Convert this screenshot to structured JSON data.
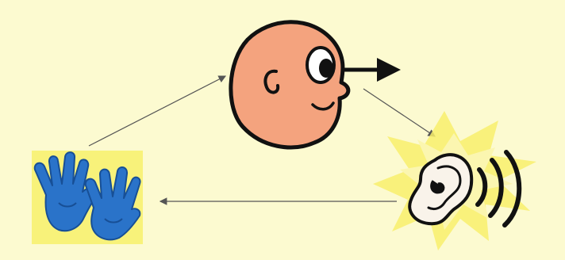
{
  "diagram": {
    "type": "sensory-cycle",
    "nodes": [
      {
        "id": "head",
        "icon": "head-with-eye-icon"
      },
      {
        "id": "ear",
        "icon": "ear-with-sound-waves-icon"
      },
      {
        "id": "hands",
        "icon": "blue-gloves-icon"
      }
    ],
    "edges": [
      {
        "from": "hands",
        "to": "head"
      },
      {
        "from": "head",
        "to": "ear"
      },
      {
        "from": "ear",
        "to": "hands"
      },
      {
        "from": "eye",
        "to": "outward"
      }
    ]
  },
  "colors": {
    "background": "#fcfad0",
    "skin": "#f4a37e",
    "outline": "#111111",
    "glove": "#2a73c9",
    "glove_dark": "#174f96",
    "glove_backdrop": "#f8f27a",
    "starburst": "#f8ef6c",
    "starburst_light": "#fbf6b0",
    "thin_arrow": "#555555"
  }
}
